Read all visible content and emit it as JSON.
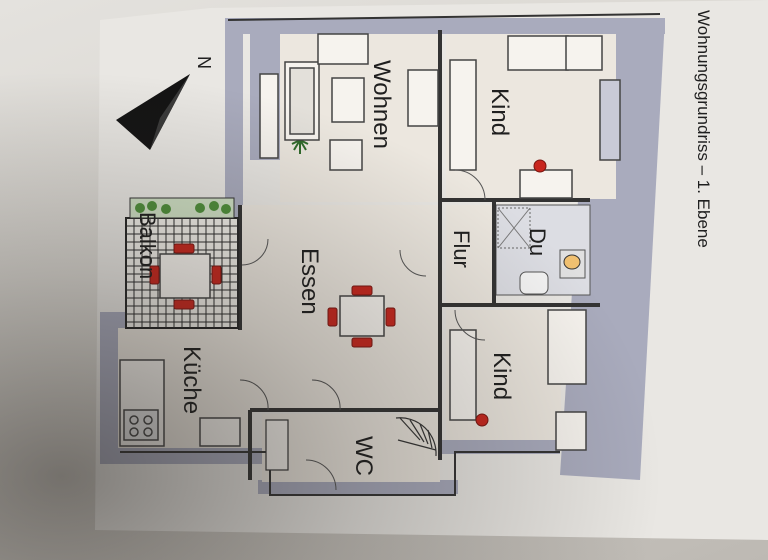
{
  "plan": {
    "title": "Wohnungsgrundriss – 1. Ebene",
    "north_marker": "N",
    "rooms": {
      "wohnen": "Wohnen",
      "kind_top": "Kind",
      "kind_bottom": "Kind",
      "flur": "Flur",
      "du": "Du",
      "essen": "Essen",
      "balkon": "Balkon",
      "kueche": "Küche",
      "wc": "WC"
    }
  },
  "colors": {
    "wall": "#a9abbd",
    "wall_dark": "#8e90a6",
    "floor": "#ece7df",
    "furniture_red": "#c8261e",
    "plant_green": "#4f8f3b",
    "grid": "#2b2b2b"
  }
}
